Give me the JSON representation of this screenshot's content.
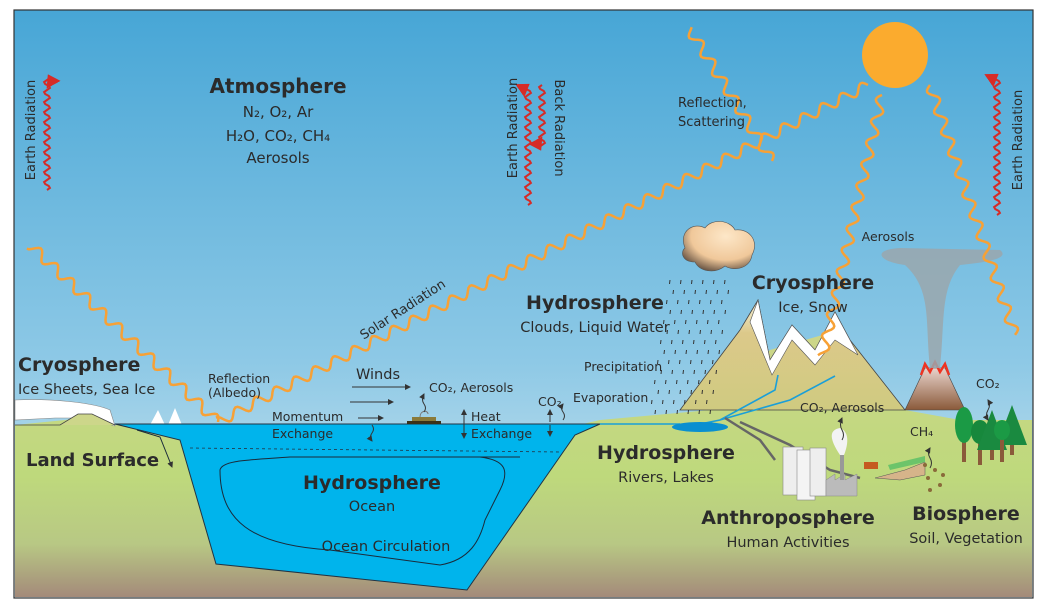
{
  "atmosphere": {
    "title": "Atmosphere",
    "line1": "N₂, O₂, Ar",
    "line2": "H₂O, CO₂, CH₄",
    "line3": "Aerosols"
  },
  "radiation": {
    "earth_left": "Earth Radiation",
    "earth_mid": "Earth Radiation",
    "back": "Back Radiation",
    "earth_right": "Earth Radiation"
  },
  "solar": {
    "solar_radiation": "Solar Radiation",
    "reflection_scattering_1": "Reflection,",
    "reflection_scattering_2": "Scattering",
    "albedo_1": "Reflection",
    "albedo_2": "(Albedo)"
  },
  "cryosphere_left": {
    "title": "Cryosphere",
    "subtitle": "Ice Sheets,  Sea Ice"
  },
  "land": {
    "title": "Land Surface"
  },
  "ocean": {
    "title": "Hydrosphere",
    "subtitle": "Ocean",
    "circulation": "Ocean Circulation"
  },
  "exchange": {
    "winds": "Winds",
    "co2_aerosols": "CO₂, Aerosols",
    "momentum_1": "Momentum",
    "momentum_2": "Exchange",
    "heat_1": "Heat",
    "heat_2": "Exchange",
    "co2": "CO₂",
    "evaporation": "Evaporation",
    "precipitation": "Precipitation"
  },
  "clouds": {
    "title": "Hydrosphere",
    "subtitle": "Clouds, Liquid Water"
  },
  "cryosphere_right": {
    "title": "Cryosphere",
    "subtitle": "Ice, Snow"
  },
  "volcano": {
    "aerosols": "Aerosols"
  },
  "rivers": {
    "title": "Hydrosphere",
    "subtitle": "Rivers, Lakes"
  },
  "anthroposphere": {
    "title": "Anthroposphere",
    "subtitle": "Human Activities",
    "co2_aerosols": "CO₂, Aerosols"
  },
  "biosphere": {
    "title": "Biosphere",
    "subtitle": "Soil, Vegetation",
    "co2": "CO₂",
    "ch4": "CH₄"
  },
  "colors": {
    "sky_top": "#47a6d6",
    "sky_bottom": "#d9eaf0",
    "ocean": "#00b4ec",
    "land": "#c3d98a",
    "solar": "#f7a136",
    "earth_radiation": "#d62b27",
    "sun": "#fbab2e"
  }
}
